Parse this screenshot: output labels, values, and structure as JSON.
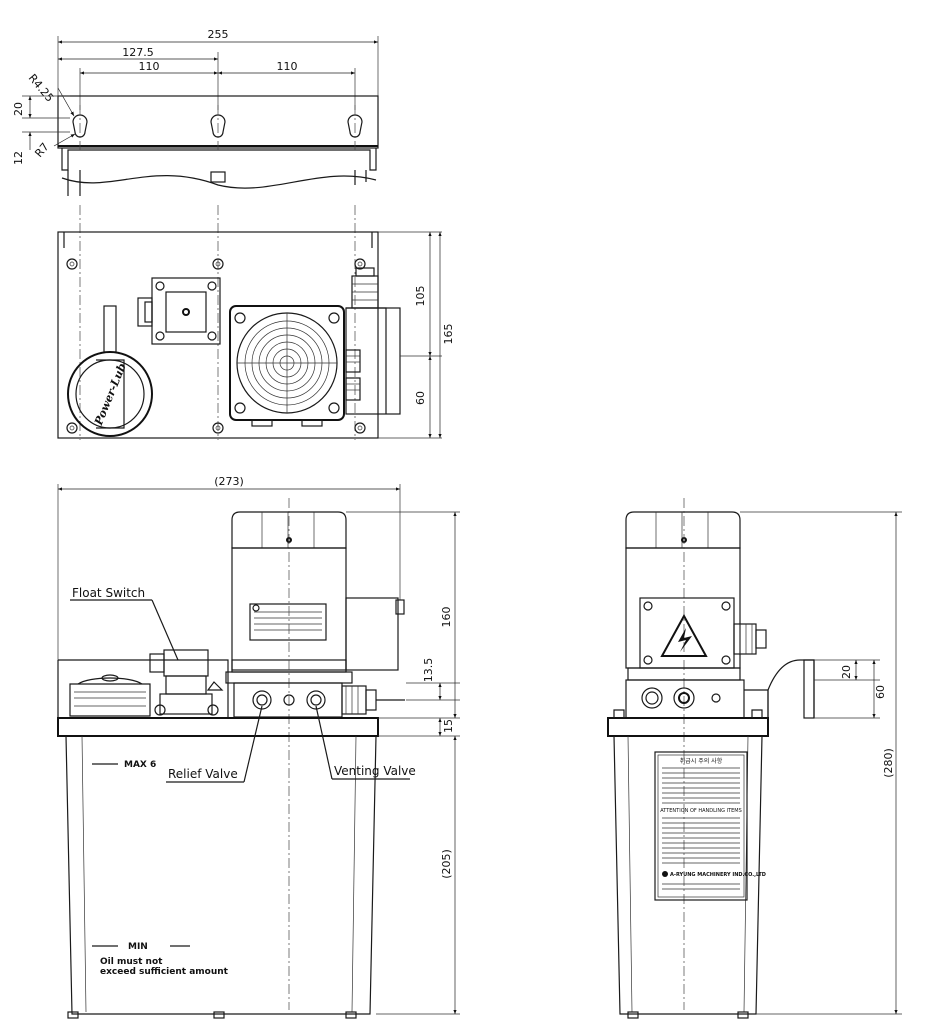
{
  "top_view": {
    "dims": {
      "overall_width": "255",
      "center_offset": "127.5",
      "spacing_left": "110",
      "spacing_right": "110",
      "radius_large": "R4.25",
      "radius_small": "R7",
      "vertical_upper": "20",
      "vertical_lower": "12"
    }
  },
  "plan_view": {
    "dims": {
      "upper_height": "105",
      "total_height": "165",
      "lower_height": "60"
    },
    "brand_text": "Power-Lub"
  },
  "front_view": {
    "dims": {
      "overall_width": "(273)",
      "motor_height": "160",
      "block_height": "13.5",
      "plate_height": "15",
      "tank_height": "(205)"
    },
    "labels": {
      "float_switch": "Float Switch",
      "relief_valve": "Relief Valve",
      "venting_valve": "Venting Valve",
      "max_level": "MAX 6",
      "min_level": "MIN",
      "oil_note_line1": "Oil must not",
      "oil_note_line2": "exceed sufficient amount"
    }
  },
  "side_view": {
    "dims": {
      "overall_height": "(280)",
      "tab_upper": "20",
      "tab_height": "60"
    },
    "label_plate": {
      "korean_title": "취급시 주의 사항",
      "english_title": "ATTENTION OF HANDLING ITEMS",
      "company": "A-RYUNG MACHINERY IND.CO.,LTD"
    }
  }
}
